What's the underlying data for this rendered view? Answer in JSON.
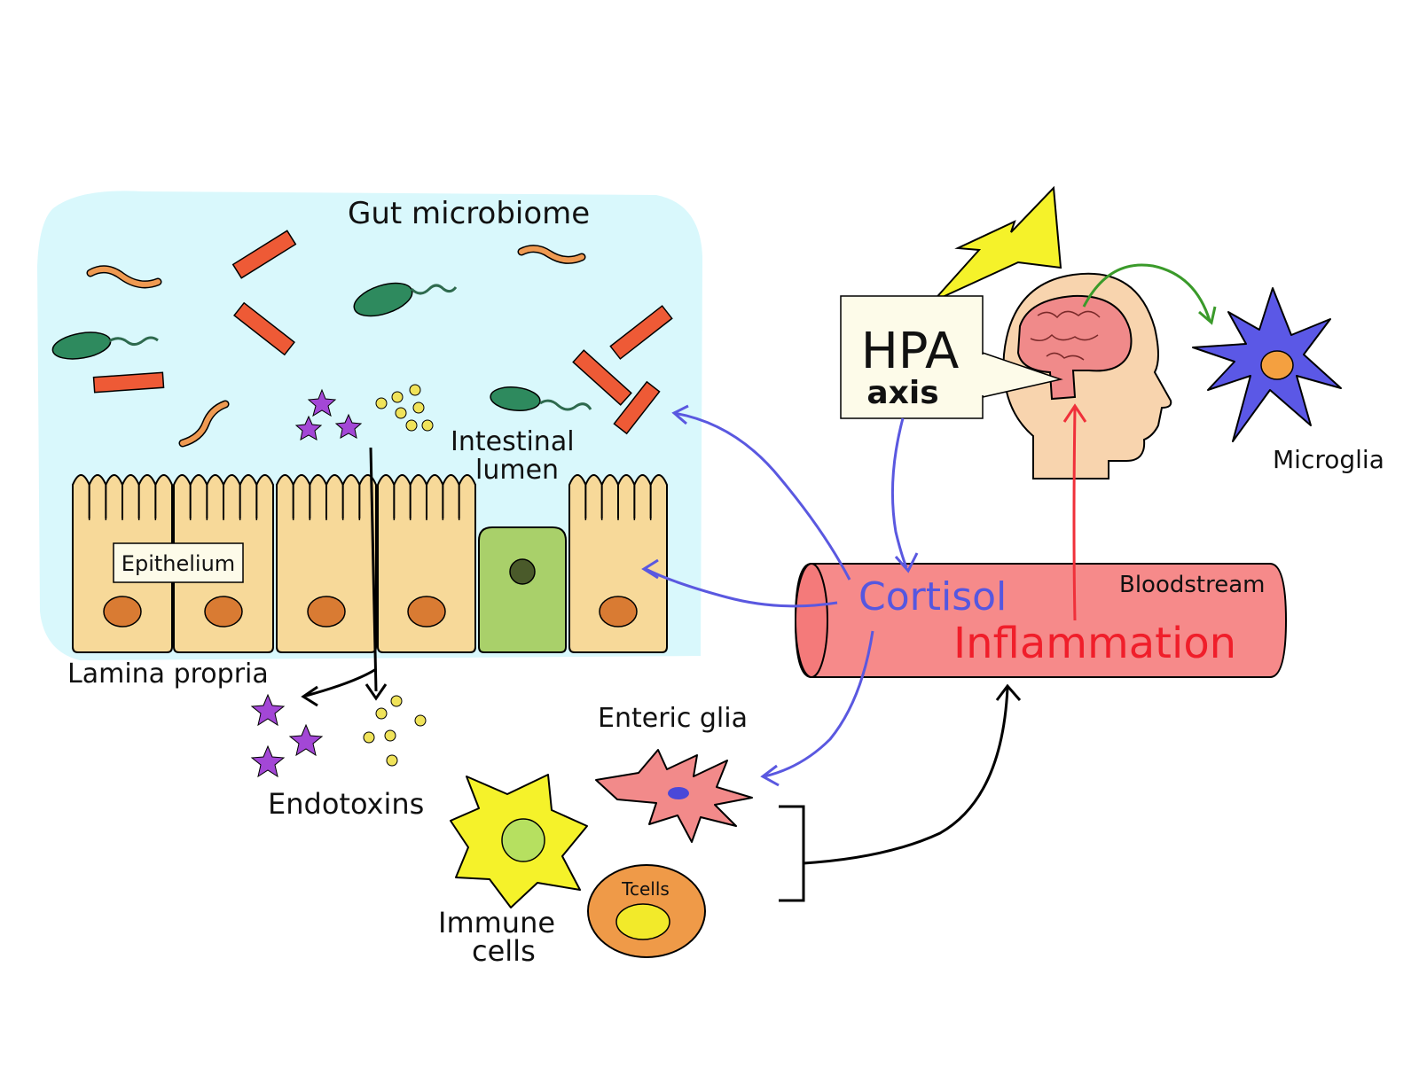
{
  "labels": {
    "gut_microbiome": "Gut microbiome",
    "intestinal": "Intestinal",
    "lumen": "lumen",
    "epithelium": "Epithelium",
    "lamina_propria": "Lamina propria",
    "endotoxins": "Endotoxins",
    "hpa": "HPA",
    "axis": "axis",
    "microglia": "Microglia",
    "cortisol": "Cortisol",
    "bloodstream": "Bloodstream",
    "inflammation": "Inflammation",
    "enteric_glia": "Enteric glia",
    "immune": "Immune",
    "cells": "cells",
    "tcells": "Tcells"
  },
  "colors": {
    "lumen_bg": "#d9f8fc",
    "epithelial_cell": "#f7d999",
    "goblet_cell": "#a9d06a",
    "nucleus": "#d97b33",
    "rod_bacteria": "#ee5a36",
    "spiral_bacteria": "#ef9a52",
    "flagellate": "#2e8a5e",
    "endotoxin_star": "#a347d6",
    "endotoxin_dot": "#f0e35a",
    "lightning": "#f5f22a",
    "head": "#f8d4ae",
    "brain": "#f08a8e",
    "microglia": "#5b58e6",
    "blood_vessel": "#f68a8a",
    "cortisol_text": "#5557e0",
    "cortisol_arrow": "#5a58e0",
    "inflammation_text": "#f01e2a",
    "inflammation_arrow": "#f0303a",
    "microglia_arrow": "#3a9a2a",
    "enteric_glia": "#f28a8a",
    "immune_cell": "#f5f22a",
    "tcell": "#ef9a48"
  },
  "icons": {
    "stress": "lightning-bolt-icon",
    "brain": "head-with-brain-icon"
  }
}
